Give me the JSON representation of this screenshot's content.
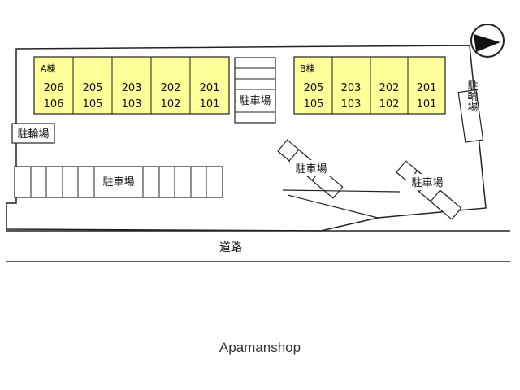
{
  "compass": {
    "icon": "north-arrow-icon"
  },
  "colors": {
    "unit_fill": "#ffff99",
    "line": "#222222",
    "background": "#ffffff"
  },
  "building_a": {
    "label": "A棟",
    "units": [
      {
        "upper": "206",
        "lower": "106"
      },
      {
        "upper": "205",
        "lower": "105"
      },
      {
        "upper": "203",
        "lower": "103"
      },
      {
        "upper": "202",
        "lower": "102"
      },
      {
        "upper": "201",
        "lower": "101"
      }
    ]
  },
  "building_b": {
    "label": "B棟",
    "units": [
      {
        "upper": "205",
        "lower": "105"
      },
      {
        "upper": "203",
        "lower": "103"
      },
      {
        "upper": "202",
        "lower": "102"
      },
      {
        "upper": "201",
        "lower": "101"
      }
    ]
  },
  "labels": {
    "parking_center": "駐車場",
    "bicycle_left": "駐輪場",
    "bicycle_right": "駐輪場",
    "parking_bottom": "駐車場",
    "parking_diag_1": "駐車場",
    "parking_diag_2": "駐車場",
    "road": "道路"
  },
  "watermark": "Apamanshop"
}
